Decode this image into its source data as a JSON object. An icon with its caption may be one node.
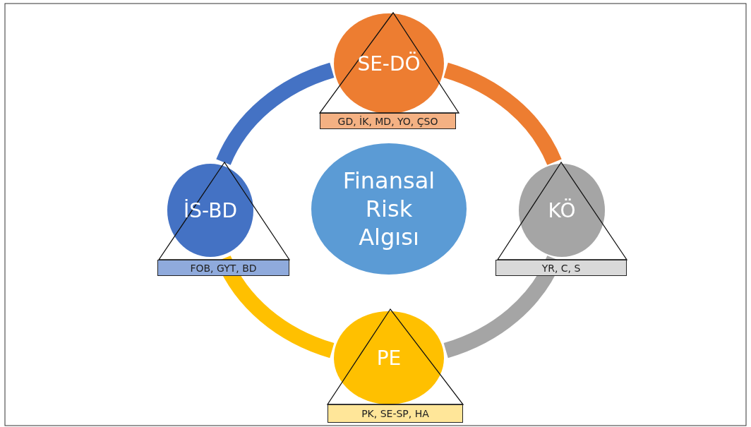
{
  "diagram": {
    "nodes": [
      {
        "text": [
          "SE-DÖ"
        ],
        "beside": [
          "GD, İK, MD, YO, ÇSO"
        ]
      },
      {
        "text": [
          "İS-BD"
        ],
        "beside": [
          "FOB, GYT, BD"
        ]
      },
      {
        "text": [
          "Finansal Risk Algısı"
        ]
      },
      {
        "text": [
          "KÖ"
        ],
        "beside": [
          "YR, C, S"
        ]
      },
      {
        "text": [
          "PE"
        ],
        "beside": [
          "PK, SE-SP, HA"
        ]
      }
    ],
    "edges": [
      {
        "from": 0,
        "to": 3,
        "arrow": "none",
        "color": "#ed7d31"
      },
      {
        "from": 3,
        "to": 4,
        "arrow": "none",
        "color": "#a5a5a5"
      },
      {
        "from": 4,
        "to": 1,
        "arrow": "none",
        "color": "#ffc000"
      },
      {
        "from": 1,
        "to": 0,
        "arrow": "none",
        "color": "#4472c4"
      }
    ]
  }
}
